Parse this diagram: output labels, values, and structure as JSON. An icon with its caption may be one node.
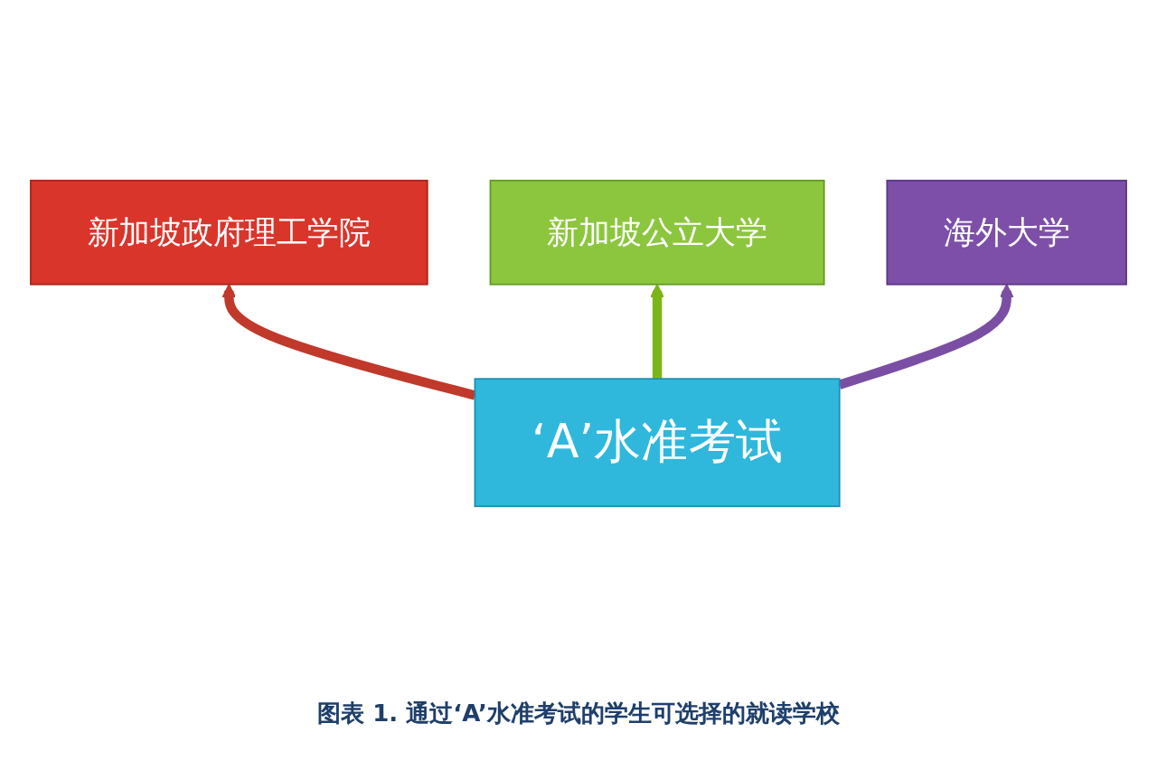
{
  "diagram": {
    "caption": "图表 1. 通过‘A’水准考试的学生可选择的就读学校",
    "nodes": [
      {
        "text": [
          "新加坡政府理工学院"
        ]
      },
      {
        "text": [
          "新加坡公立大学"
        ]
      },
      {
        "text": [
          "海外大学"
        ]
      },
      {
        "text": [
          "‘A’水准考试"
        ]
      }
    ],
    "edges": [
      {
        "from": 3,
        "to": 0,
        "arrow": "to",
        "color": "#c0392b"
      },
      {
        "from": 3,
        "to": 1,
        "arrow": "to",
        "color": "#7cb518"
      },
      {
        "from": 3,
        "to": 2,
        "arrow": "to",
        "color": "#7a4fa3"
      }
    ]
  }
}
